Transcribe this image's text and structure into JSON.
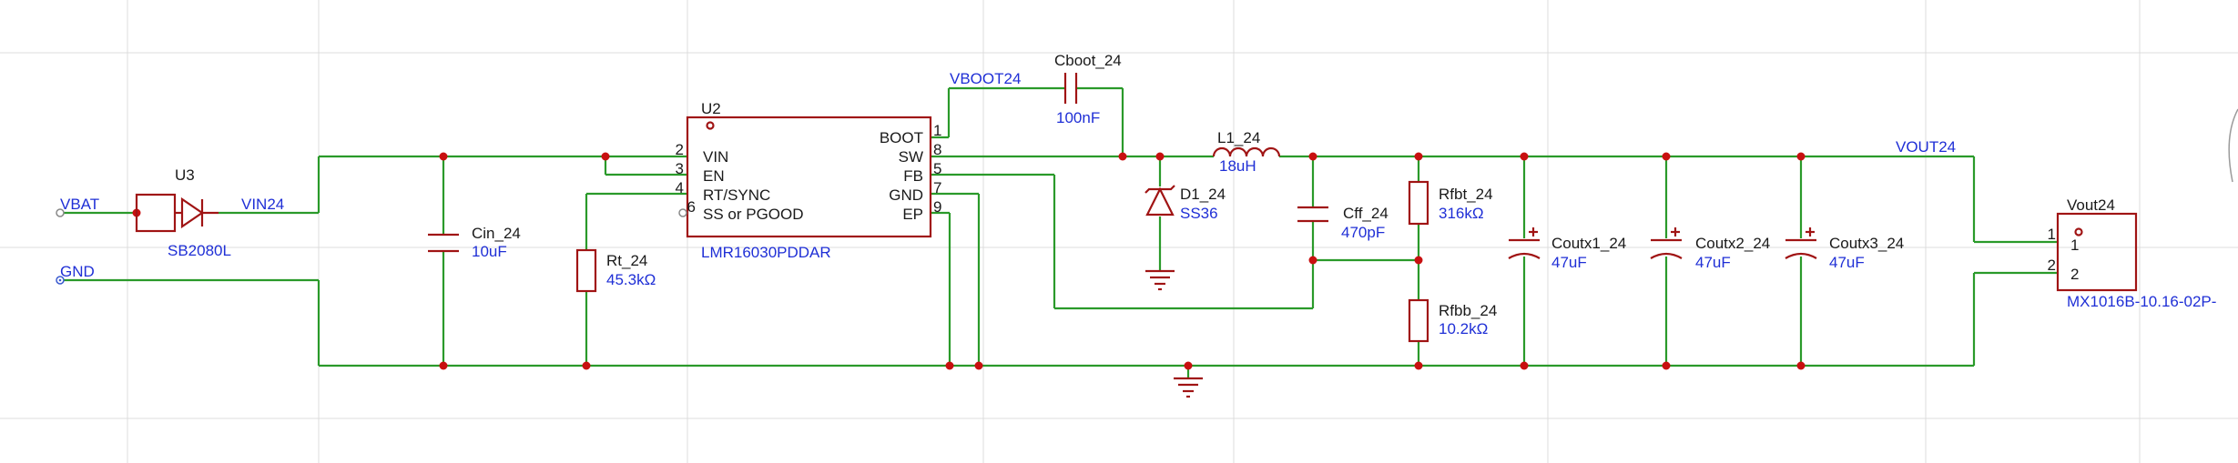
{
  "nets": {
    "vbat": "VBAT",
    "gnd": "GND",
    "vin24": "VIN24",
    "vboot24": "VBOOT24",
    "vout24": "VOUT24"
  },
  "components": {
    "u3": {
      "ref": "U3",
      "value": "SB2080L"
    },
    "u2": {
      "ref": "U2",
      "value": "LMR16030PDDAR",
      "pins_left": [
        {
          "num": "2",
          "name": "VIN"
        },
        {
          "num": "3",
          "name": "EN"
        },
        {
          "num": "4",
          "name": "RT/SYNC"
        },
        {
          "num": "6",
          "name": "SS or PGOOD"
        }
      ],
      "pins_right": [
        {
          "num": "1",
          "name": "BOOT"
        },
        {
          "num": "8",
          "name": "SW"
        },
        {
          "num": "5",
          "name": "FB"
        },
        {
          "num": "7",
          "name": "GND"
        },
        {
          "num": "9",
          "name": "EP"
        }
      ]
    },
    "cin": {
      "ref": "Cin_24",
      "value": "10uF"
    },
    "rt": {
      "ref": "Rt_24",
      "value": "45.3kΩ"
    },
    "cboot": {
      "ref": "Cboot_24",
      "value": "100nF"
    },
    "l1": {
      "ref": "L1_24",
      "value": "18uH"
    },
    "d1": {
      "ref": "D1_24",
      "value": "SS36"
    },
    "cff": {
      "ref": "Cff_24",
      "value": "470pF"
    },
    "rfbt": {
      "ref": "Rfbt_24",
      "value": "316kΩ"
    },
    "rfbb": {
      "ref": "Rfbb_24",
      "value": "10.2kΩ"
    },
    "coutx1": {
      "ref": "Coutx1_24",
      "value": "47uF"
    },
    "coutx2": {
      "ref": "Coutx2_24",
      "value": "47uF"
    },
    "coutx3": {
      "ref": "Coutx3_24",
      "value": "47uF"
    },
    "vout": {
      "ref": "Vout24",
      "value": "MX1016B-10.16-02P-",
      "pins": [
        {
          "num": "1",
          "name": "1"
        },
        {
          "num": "2",
          "name": "2"
        }
      ]
    }
  },
  "colors": {
    "wire": "#2a9a2a",
    "symbol": "#a01414",
    "junction": "#c81010",
    "value_text": "#1f2fd6",
    "grid": "#dcdcdc"
  }
}
